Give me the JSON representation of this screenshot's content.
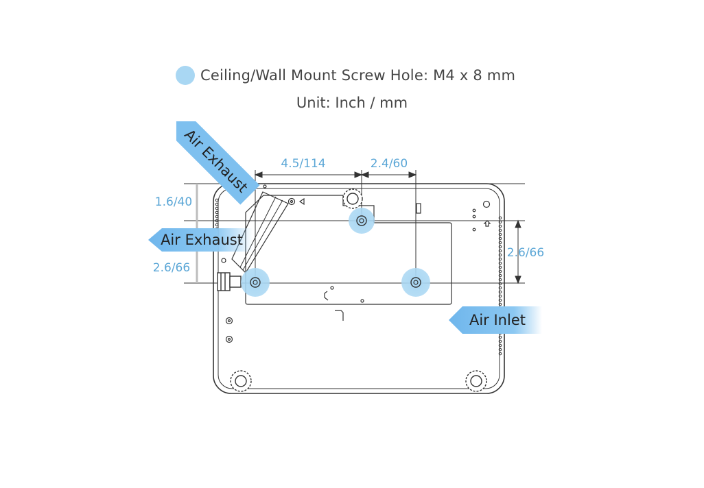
{
  "legend": {
    "text": "Ceiling/Wall Mount Screw Hole: M4 x 8 mm",
    "color": "#a9d7f3"
  },
  "unit_text": "Unit: Inch / mm",
  "dimensions": {
    "top_left": "4.5/114",
    "top_right": "2.4/60",
    "left_upper": "1.6/40",
    "left_lower": "2.6/66",
    "right": "2.6/66"
  },
  "arrows": {
    "diagonal_exhaust": "Air Exhaust",
    "left_exhaust": "Air Exhaust",
    "right_inlet": "Air Inlet"
  },
  "colors": {
    "accent": "#5aa6d6",
    "hole": "#a9d7f3",
    "arrow": "#7ec0ef",
    "line": "#333333"
  }
}
